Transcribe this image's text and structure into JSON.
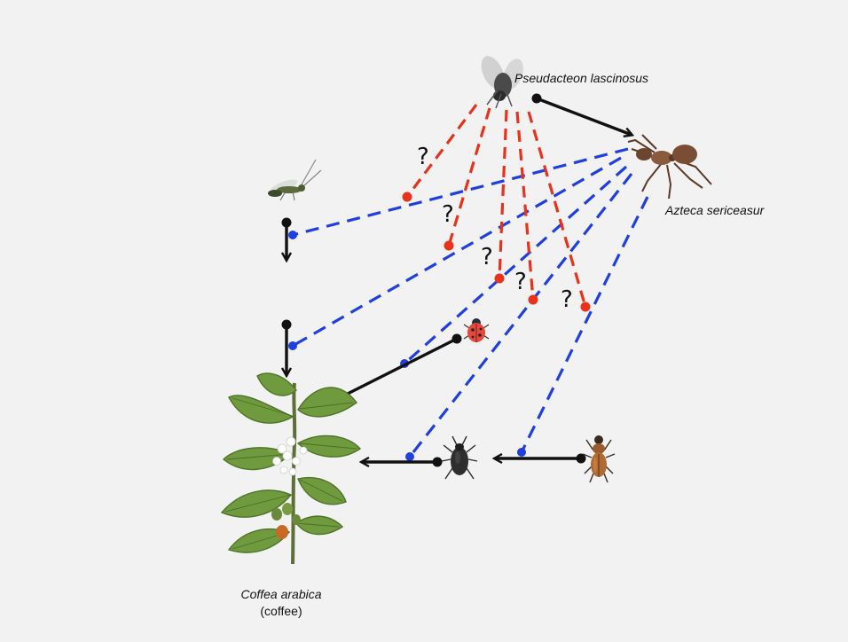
{
  "labels": {
    "predator_fly": "Pseudacteon lascinosus",
    "ant": "Azteca sericeasur",
    "plant_name": "Coffea arabica",
    "plant_common": "(coffee)"
  },
  "question_mark": "?",
  "colors": {
    "background": "#f2f2f2",
    "trophic_arrow": "#111111",
    "ant_interaction": "#1f3fe0",
    "uncertain_interaction": "#e8321c"
  },
  "icons": [
    "phorid-fly-icon",
    "azteca-ant-icon",
    "parasitoid-wasp-icon",
    "lady-beetle-icon",
    "green-coffee-scale-icon",
    "predatory-beetle-icon",
    "coffee-plant-illustration"
  ]
}
